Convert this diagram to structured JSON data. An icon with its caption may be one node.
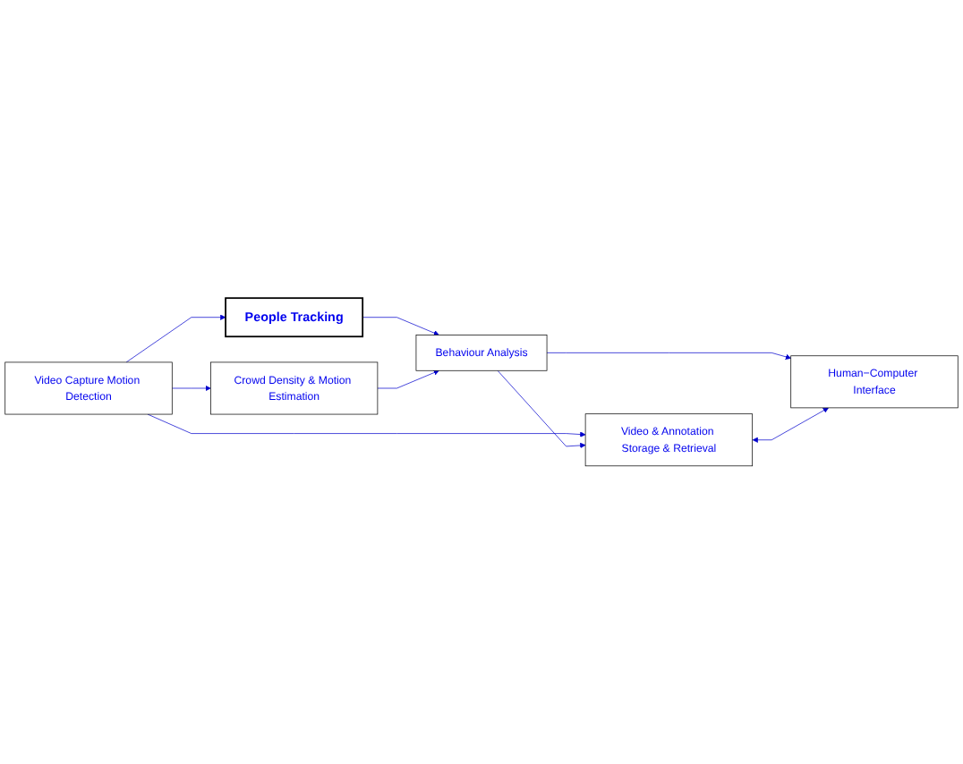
{
  "diagram": {
    "nodes": [
      {
        "text": [
          "Video Capture Motion Detection"
        ]
      },
      {
        "text": [
          "People Tracking"
        ]
      },
      {
        "text": [
          "Crowd Density & Motion Estimation"
        ]
      },
      {
        "text": [
          "Behaviour Analysis"
        ]
      },
      {
        "text": [
          "Video & Annotation Storage & Retrieval"
        ]
      },
      {
        "text": [
          "Human−Computer Interface"
        ]
      }
    ],
    "edges": [
      {
        "from": 0,
        "to": 1,
        "arrow": "to"
      },
      {
        "from": 0,
        "to": 2,
        "arrow": "to"
      },
      {
        "from": 0,
        "to": 4,
        "arrow": "to"
      },
      {
        "from": 1,
        "to": 3,
        "arrow": "to"
      },
      {
        "from": 2,
        "to": 3,
        "arrow": "to"
      },
      {
        "from": 3,
        "to": 4,
        "arrow": "to"
      },
      {
        "from": 3,
        "to": 5,
        "arrow": "to"
      },
      {
        "from": 4,
        "to": 5,
        "arrow": "both"
      }
    ]
  }
}
